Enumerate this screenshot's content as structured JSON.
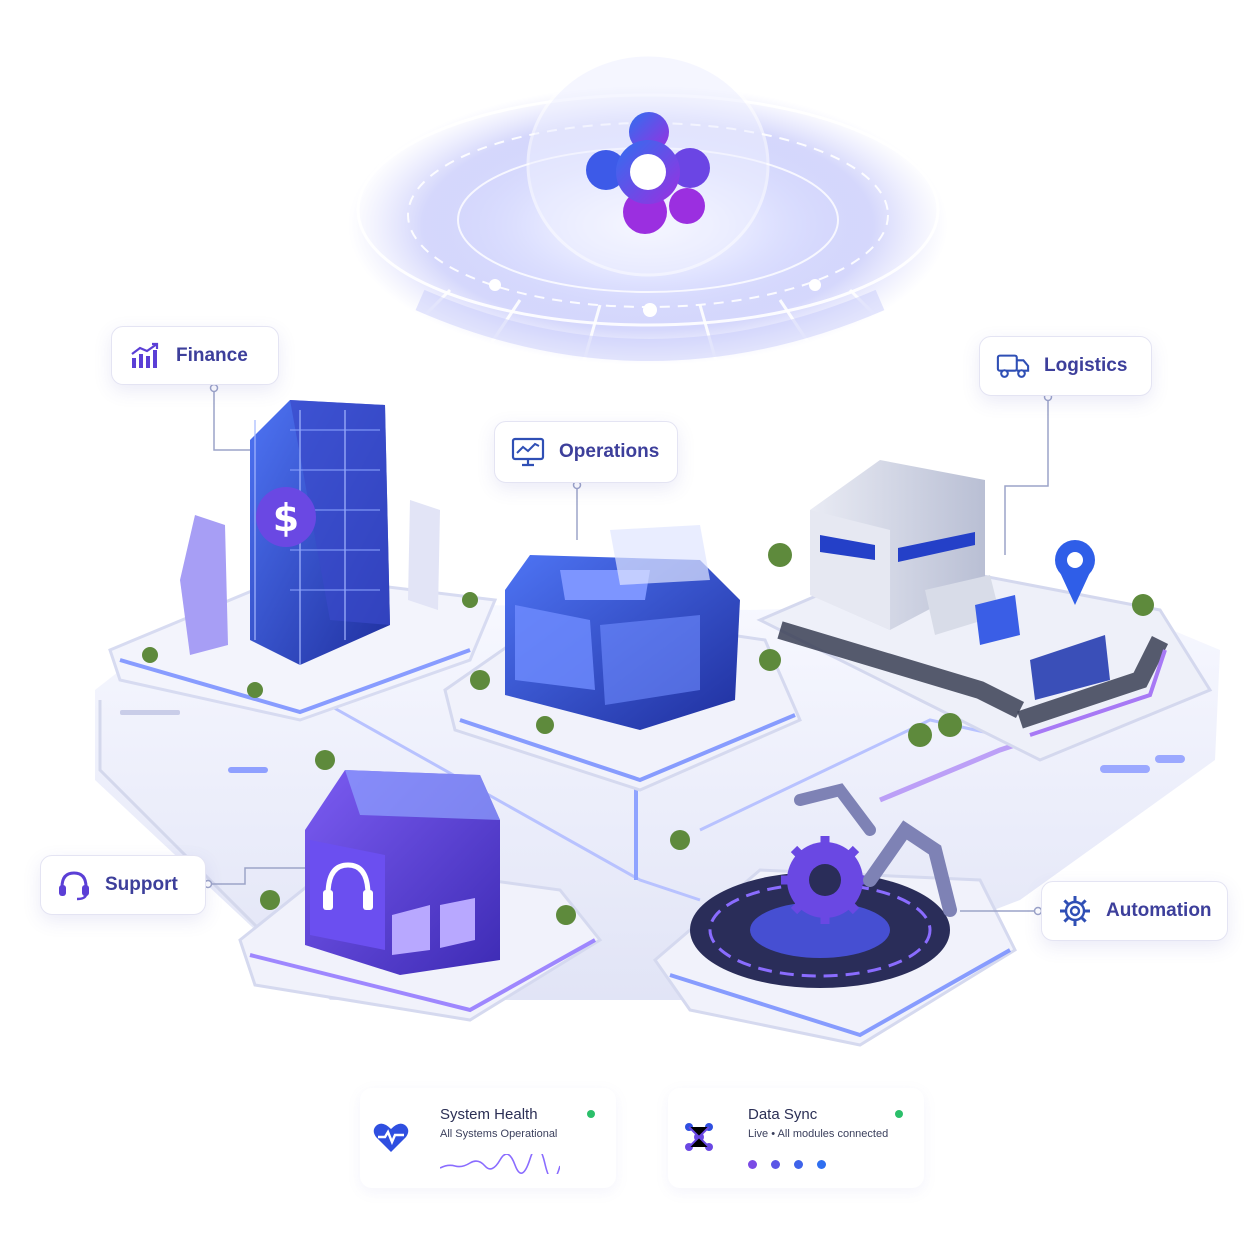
{
  "hub": {
    "icon": "network-hub-logo-icon"
  },
  "departments": [
    {
      "key": "finance",
      "label": "Finance",
      "icon": "finance-chart-icon",
      "building": "finance-tower"
    },
    {
      "key": "operations",
      "label": "Operations",
      "icon": "monitor-chart-icon",
      "building": "operations-center"
    },
    {
      "key": "logistics",
      "label": "Logistics",
      "icon": "truck-icon",
      "building": "logistics-warehouse"
    },
    {
      "key": "support",
      "label": "Support",
      "icon": "headset-icon",
      "building": "support-center"
    },
    {
      "key": "automation",
      "label": "Automation",
      "icon": "gear-icon",
      "building": "automation-hub"
    }
  ],
  "status": {
    "health": {
      "title": "System Health",
      "subtitle": "All Systems Operational",
      "icon": "heartbeat-icon"
    },
    "sync": {
      "title": "Data Sync",
      "subtitle": "Live • All modules connected",
      "icon": "network-nodes-icon"
    }
  },
  "colors": {
    "accent": "#5b3fd6",
    "accent_blue": "#2f5ee8",
    "accent_purple": "#8a3fe0",
    "label_text": "#3d3f9b",
    "status_green": "#2bbf6a",
    "glow": "#a9b6ff"
  }
}
